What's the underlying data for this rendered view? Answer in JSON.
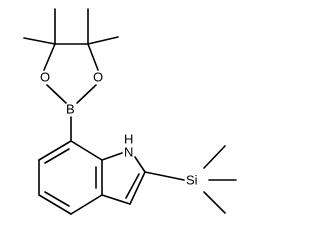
{
  "molecule": {
    "atoms": {
      "oxygen_left": "O",
      "oxygen_right": "O",
      "boron": "B",
      "nitrogen": "N",
      "hydrogen_on_n": "H",
      "silicon": "Si"
    }
  },
  "colors": {
    "bond": "#000000",
    "label": "#000000",
    "background": "#ffffff"
  }
}
